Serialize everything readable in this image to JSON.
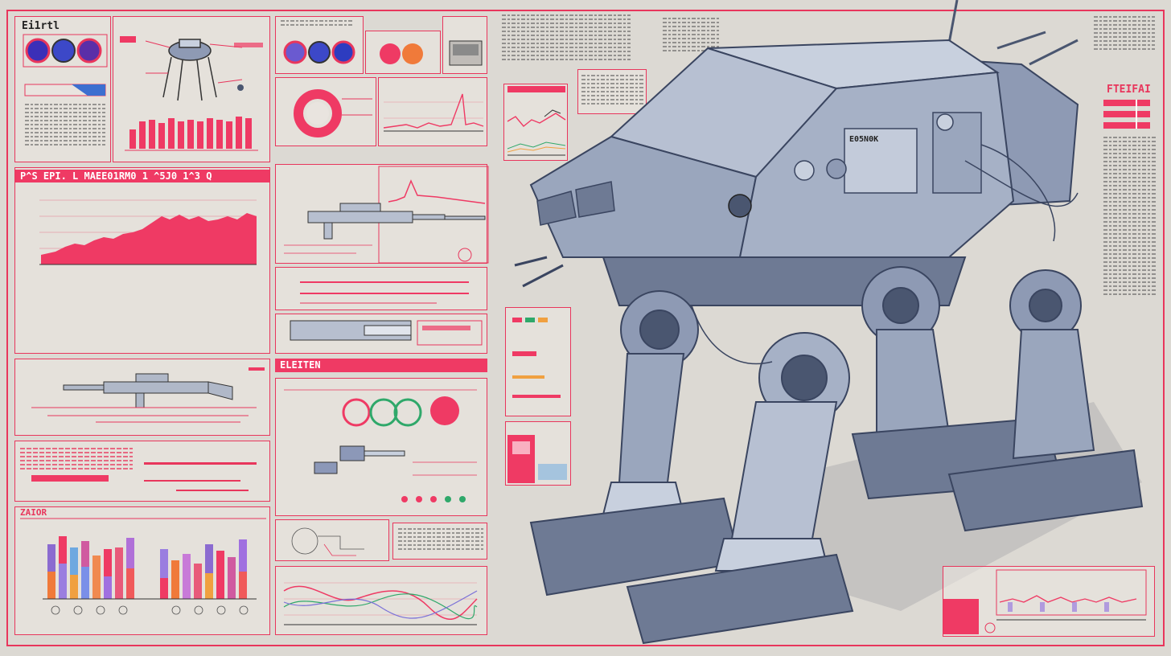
{
  "labels": {
    "top_left": "Ei1rtl",
    "left_banner": "P^S EPI. L MAEE01RM0 1 ^5J0  1^3 Q",
    "left_low": "ZAIOR",
    "center_banner": "ELEITEN",
    "mech_plate": "E05N0K",
    "right_title": "FTEIFAI"
  },
  "colors": {
    "accent": "#ef3a64",
    "accent_line": "#e8365c",
    "background": "#dcd9d3",
    "mech_body": "#9aa6bd",
    "mech_dark": "#4a5670",
    "mech_light": "#c8d0de"
  }
}
